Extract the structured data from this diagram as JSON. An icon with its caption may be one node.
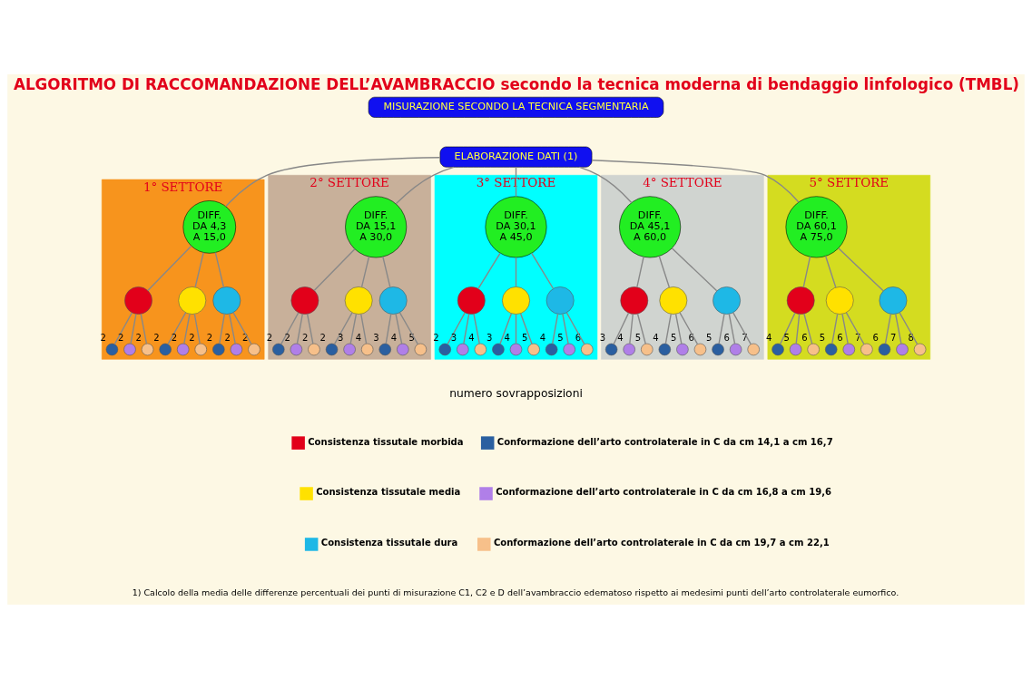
{
  "diagram": {
    "title": "ALGORITMO DI RACCOMANDAZIONE DELL’AVAMBRACCIO secondo la tecnica moderna di bendaggio linfologico (TMBL)",
    "caption": "1) Calcolo della media delle differenze percentuali dei punti di misurazione C1, C2 e D dell’avambraccio edematoso rispetto ai medesimi punti dell’arto controlaterale eumorfico.",
    "nodes": [
      {
        "text": [
          "MISURAZIONE SECONDO LA TECNICA SEGMENTARIA"
        ]
      },
      {
        "text": [
          "ELABORAZIONE DATI (1)"
        ]
      },
      {
        "text": [
          "1° SETTORE"
        ]
      },
      {
        "text": [
          "DIFF. DA 4,3 A 15,0"
        ],
        "in": 2
      },
      {
        "text": [],
        "shape": "circle",
        "in": 2
      },
      {
        "text": [],
        "shape": "circle",
        "in": 2
      },
      {
        "text": [],
        "shape": "circle",
        "in": 2
      },
      {
        "text": [],
        "shape": "circle",
        "in": 2,
        "beside": [
          "2"
        ]
      },
      {
        "text": [],
        "shape": "circle",
        "in": 2,
        "beside": [
          "2"
        ]
      },
      {
        "text": [],
        "shape": "circle",
        "in": 2,
        "beside": [
          "2"
        ]
      },
      {
        "text": [],
        "shape": "circle",
        "in": 2,
        "beside": [
          "2"
        ]
      },
      {
        "text": [],
        "shape": "circle",
        "in": 2,
        "beside": [
          "2"
        ]
      },
      {
        "text": [],
        "shape": "circle",
        "in": 2,
        "beside": [
          "2"
        ]
      },
      {
        "text": [],
        "shape": "circle",
        "in": 2,
        "beside": [
          "2"
        ]
      },
      {
        "text": [],
        "shape": "circle",
        "in": 2,
        "beside": [
          "2"
        ]
      },
      {
        "text": [],
        "shape": "circle",
        "in": 2,
        "beside": [
          "2"
        ]
      },
      {
        "text": [
          "2° SETTORE"
        ]
      },
      {
        "text": [
          "DIFF. DA 15,1 A 30,0"
        ],
        "in": 16
      },
      {
        "text": [],
        "shape": "circle",
        "in": 16
      },
      {
        "text": [],
        "shape": "circle",
        "in": 16
      },
      {
        "text": [],
        "shape": "circle",
        "in": 16
      },
      {
        "text": [],
        "shape": "circle",
        "in": 16,
        "beside": [
          "2"
        ]
      },
      {
        "text": [],
        "shape": "circle",
        "in": 16,
        "beside": [
          "2"
        ]
      },
      {
        "text": [],
        "shape": "circle",
        "in": 16,
        "beside": [
          "2"
        ]
      },
      {
        "text": [],
        "shape": "circle",
        "in": 16,
        "beside": [
          "2"
        ]
      },
      {
        "text": [],
        "shape": "circle",
        "in": 16,
        "beside": [
          "3"
        ]
      },
      {
        "text": [],
        "shape": "circle",
        "in": 16,
        "beside": [
          "4"
        ]
      },
      {
        "text": [],
        "shape": "circle",
        "in": 16,
        "beside": [
          "3"
        ]
      },
      {
        "text": [],
        "shape": "circle",
        "in": 16,
        "beside": [
          "4"
        ]
      },
      {
        "text": [],
        "shape": "circle",
        "in": 16,
        "beside": [
          "5"
        ]
      },
      {
        "text": [
          "3° SETTORE"
        ]
      },
      {
        "text": [
          "DIFF. DA 30,1 A 45,0"
        ],
        "in": 30
      },
      {
        "text": [],
        "shape": "circle",
        "in": 30
      },
      {
        "text": [],
        "shape": "circle",
        "in": 30
      },
      {
        "text": [],
        "shape": "circle",
        "in": 30
      },
      {
        "text": [],
        "shape": "circle",
        "in": 30,
        "beside": [
          "2"
        ]
      },
      {
        "text": [],
        "shape": "circle",
        "in": 30,
        "beside": [
          "3"
        ]
      },
      {
        "text": [],
        "shape": "circle",
        "in": 30,
        "beside": [
          "4"
        ]
      },
      {
        "text": [],
        "shape": "circle",
        "in": 30,
        "beside": [
          "3"
        ]
      },
      {
        "text": [],
        "shape": "circle",
        "in": 30,
        "beside": [
          "4"
        ]
      },
      {
        "text": [],
        "shape": "circle",
        "in": 30,
        "beside": [
          "5"
        ]
      },
      {
        "text": [],
        "shape": "circle",
        "in": 30,
        "beside": [
          "4"
        ]
      },
      {
        "text": [],
        "shape": "circle",
        "in": 30,
        "beside": [
          "5"
        ]
      },
      {
        "text": [],
        "shape": "circle",
        "in": 30,
        "beside": [
          "6"
        ]
      },
      {
        "text": [
          "4° SETTORE"
        ]
      },
      {
        "text": [
          "DIFF. DA 45,1 A 60,0"
        ],
        "in": 44
      },
      {
        "text": [],
        "shape": "circle",
        "in": 44
      },
      {
        "text": [],
        "shape": "circle",
        "in": 44
      },
      {
        "text": [],
        "shape": "circle",
        "in": 44
      },
      {
        "text": [],
        "shape": "circle",
        "in": 44,
        "beside": [
          "3"
        ]
      },
      {
        "text": [],
        "shape": "circle",
        "in": 44,
        "beside": [
          "4"
        ]
      },
      {
        "text": [],
        "shape": "circle",
        "in": 44,
        "beside": [
          "5"
        ]
      },
      {
        "text": [],
        "shape": "circle",
        "in": 44,
        "beside": [
          "4"
        ]
      },
      {
        "text": [],
        "shape": "circle",
        "in": 44,
        "beside": [
          "5"
        ]
      },
      {
        "text": [],
        "shape": "circle",
        "in": 44,
        "beside": [
          "6"
        ]
      },
      {
        "text": [],
        "shape": "circle",
        "in": 44,
        "beside": [
          "5"
        ]
      },
      {
        "text": [],
        "shape": "circle",
        "in": 44,
        "beside": [
          "6"
        ]
      },
      {
        "text": [],
        "shape": "circle",
        "in": 44,
        "beside": [
          "7"
        ]
      },
      {
        "text": [
          "5° SETTORE"
        ]
      },
      {
        "text": [
          "DIFF. DA 60,1 A 75,0"
        ],
        "in": 58
      },
      {
        "text": [],
        "shape": "circle",
        "in": 58
      },
      {
        "text": [],
        "shape": "circle",
        "in": 58
      },
      {
        "text": [],
        "shape": "circle",
        "in": 58
      },
      {
        "text": [],
        "shape": "circle",
        "in": 58,
        "beside": [
          "4"
        ]
      },
      {
        "text": [],
        "shape": "circle",
        "in": 58,
        "beside": [
          "5"
        ]
      },
      {
        "text": [],
        "shape": "circle",
        "in": 58,
        "beside": [
          "6"
        ]
      },
      {
        "text": [],
        "shape": "circle",
        "in": 58,
        "beside": [
          "5"
        ]
      },
      {
        "text": [],
        "shape": "circle",
        "in": 58,
        "beside": [
          "6"
        ]
      },
      {
        "text": [],
        "shape": "circle",
        "in": 58,
        "beside": [
          "7"
        ]
      },
      {
        "text": [],
        "shape": "circle",
        "in": 58,
        "beside": [
          "6"
        ]
      },
      {
        "text": [],
        "shape": "circle",
        "in": 58,
        "beside": [
          "7"
        ]
      },
      {
        "text": [],
        "shape": "circle",
        "in": 58,
        "beside": [
          "8"
        ]
      }
    ],
    "edges": [
      {
        "from": 1,
        "to": 3,
        "arrow": "none"
      },
      {
        "from": 1,
        "to": 17,
        "arrow": "none"
      },
      {
        "from": 1,
        "to": 31,
        "arrow": "none"
      },
      {
        "from": 1,
        "to": 45,
        "arrow": "none"
      },
      {
        "from": 1,
        "to": 59,
        "arrow": "none"
      },
      {
        "from": 3,
        "to": 4,
        "arrow": "none"
      },
      {
        "from": 3,
        "to": 5,
        "arrow": "none"
      },
      {
        "from": 3,
        "to": 6,
        "arrow": "none"
      },
      {
        "from": 4,
        "to": 7,
        "arrow": "none"
      },
      {
        "from": 4,
        "to": 8,
        "arrow": "none"
      },
      {
        "from": 4,
        "to": 9,
        "arrow": "none"
      },
      {
        "from": 5,
        "to": 10,
        "arrow": "none"
      },
      {
        "from": 5,
        "to": 11,
        "arrow": "none"
      },
      {
        "from": 5,
        "to": 12,
        "arrow": "none"
      },
      {
        "from": 6,
        "to": 13,
        "arrow": "none"
      },
      {
        "from": 6,
        "to": 14,
        "arrow": "none"
      },
      {
        "from": 6,
        "to": 15,
        "arrow": "none"
      },
      {
        "from": 17,
        "to": 18,
        "arrow": "none"
      },
      {
        "from": 17,
        "to": 19,
        "arrow": "none"
      },
      {
        "from": 17,
        "to": 20,
        "arrow": "none"
      },
      {
        "from": 18,
        "to": 21,
        "arrow": "none"
      },
      {
        "from": 18,
        "to": 22,
        "arrow": "none"
      },
      {
        "from": 18,
        "to": 23,
        "arrow": "none"
      },
      {
        "from": 19,
        "to": 24,
        "arrow": "none"
      },
      {
        "from": 19,
        "to": 25,
        "arrow": "none"
      },
      {
        "from": 19,
        "to": 26,
        "arrow": "none"
      },
      {
        "from": 20,
        "to": 27,
        "arrow": "none"
      },
      {
        "from": 20,
        "to": 28,
        "arrow": "none"
      },
      {
        "from": 20,
        "to": 29,
        "arrow": "none"
      },
      {
        "from": 31,
        "to": 32,
        "arrow": "none"
      },
      {
        "from": 31,
        "to": 33,
        "arrow": "none"
      },
      {
        "from": 31,
        "to": 34,
        "arrow": "none"
      },
      {
        "from": 32,
        "to": 35,
        "arrow": "none"
      },
      {
        "from": 32,
        "to": 36,
        "arrow": "none"
      },
      {
        "from": 32,
        "to": 37,
        "arrow": "none"
      },
      {
        "from": 33,
        "to": 38,
        "arrow": "none"
      },
      {
        "from": 33,
        "to": 39,
        "arrow": "none"
      },
      {
        "from": 33,
        "to": 40,
        "arrow": "none"
      },
      {
        "from": 34,
        "to": 41,
        "arrow": "none"
      },
      {
        "from": 34,
        "to": 42,
        "arrow": "none"
      },
      {
        "from": 34,
        "to": 43,
        "arrow": "none"
      },
      {
        "from": 45,
        "to": 46,
        "arrow": "none"
      },
      {
        "from": 45,
        "to": 47,
        "arrow": "none"
      },
      {
        "from": 45,
        "to": 48,
        "arrow": "none"
      },
      {
        "from": 46,
        "to": 49,
        "arrow": "none"
      },
      {
        "from": 46,
        "to": 50,
        "arrow": "none"
      },
      {
        "from": 46,
        "to": 51,
        "arrow": "none"
      },
      {
        "from": 47,
        "to": 52,
        "arrow": "none"
      },
      {
        "from": 47,
        "to": 53,
        "arrow": "none"
      },
      {
        "from": 47,
        "to": 54,
        "arrow": "none"
      },
      {
        "from": 48,
        "to": 55,
        "arrow": "none"
      },
      {
        "from": 48,
        "to": 56,
        "arrow": "none"
      },
      {
        "from": 48,
        "to": 57,
        "arrow": "none"
      },
      {
        "from": 59,
        "to": 60,
        "arrow": "none"
      },
      {
        "from": 59,
        "to": 61,
        "arrow": "none"
      },
      {
        "from": 59,
        "to": 62,
        "arrow": "none"
      },
      {
        "from": 60,
        "to": 63,
        "arrow": "none"
      },
      {
        "from": 60,
        "to": 64,
        "arrow": "none"
      },
      {
        "from": 60,
        "to": 65,
        "arrow": "none"
      },
      {
        "from": 61,
        "to": 66,
        "arrow": "none"
      },
      {
        "from": 61,
        "to": 67,
        "arrow": "none"
      },
      {
        "from": 61,
        "to": 68,
        "arrow": "none"
      },
      {
        "from": 62,
        "to": 69,
        "arrow": "none"
      },
      {
        "from": 62,
        "to": 70,
        "arrow": "none"
      },
      {
        "from": 62,
        "to": 71,
        "arrow": "none"
      }
    ],
    "labels": [
      "numero sovrapposizioni"
    ],
    "legend": [
      {
        "text": "Consistenza tissutale morbida",
        "color": "#e2001a"
      },
      {
        "text": "Consistenza tissutale media",
        "color": "#ffe100"
      },
      {
        "text": "Consistenza tissutale dura",
        "color": "#1eb8e6"
      },
      {
        "text": "Conformazione dell’arto controlaterale in C da cm 14,1 a cm 16,7",
        "color": "#2a5fa0"
      },
      {
        "text": "Conformazione dell’arto controlaterale in C da cm 16,8 a cm 19,6",
        "color": "#b07fe8"
      },
      {
        "text": "Conformazione dell’arto controlaterale in C da cm 19,7 a cm 22,1",
        "color": "#f7c08a"
      }
    ]
  }
}
